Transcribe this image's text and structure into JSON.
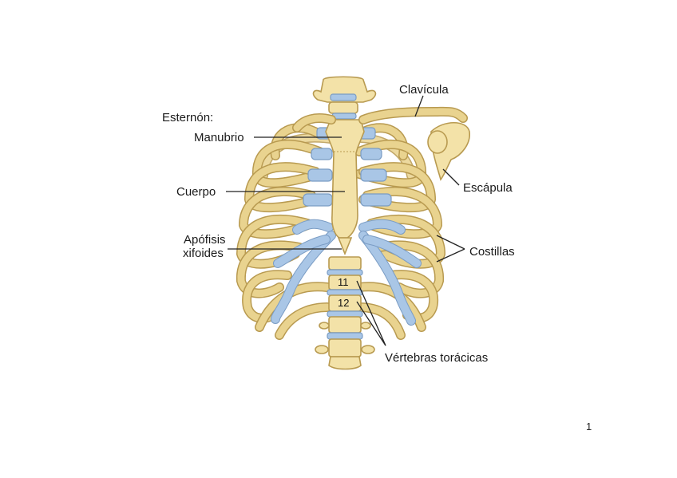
{
  "figure": {
    "labels": {
      "sternum_heading": "Esternón:",
      "manubrium": "Manubrio",
      "body": "Cuerpo",
      "xiphoid_line1": "Apófisis",
      "xiphoid_line2": "xifoides",
      "clavicle": "Clavícula",
      "scapula": "Escápula",
      "ribs": "Costillas",
      "thoracic_vertebrae": "Vértebras torácicas"
    },
    "vertebra_numbers": [
      "11",
      "12"
    ],
    "colors": {
      "bone": "#f3e2a8",
      "bone_outline": "#b89a50",
      "cartilage": "#a9c6e6",
      "cartilage_outline": "#7a9cc4",
      "leader_line": "#222222"
    }
  },
  "page": {
    "number": "1"
  }
}
